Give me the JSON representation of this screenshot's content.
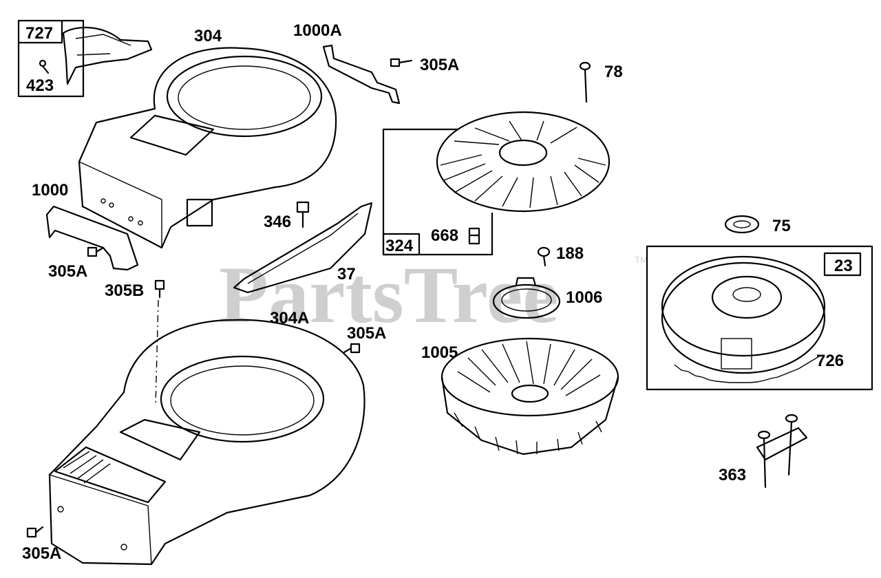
{
  "watermark": {
    "text": "PartsTree",
    "tm": "TM"
  },
  "labels": {
    "l727": "727",
    "l423": "423",
    "l304": "304",
    "l1000A": "1000A",
    "l305A_top": "305A",
    "l78": "78",
    "l1000": "1000",
    "l346": "346",
    "l668": "668",
    "l324": "324",
    "l75": "75",
    "l188": "188",
    "l305A_left": "305A",
    "l305B": "305B",
    "l37": "37",
    "l1006": "1006",
    "l23": "23",
    "l304A": "304A",
    "l305A_mid": "305A",
    "l1005": "1005",
    "l726": "726",
    "l363": "363",
    "l305A_bottom": "305A"
  }
}
